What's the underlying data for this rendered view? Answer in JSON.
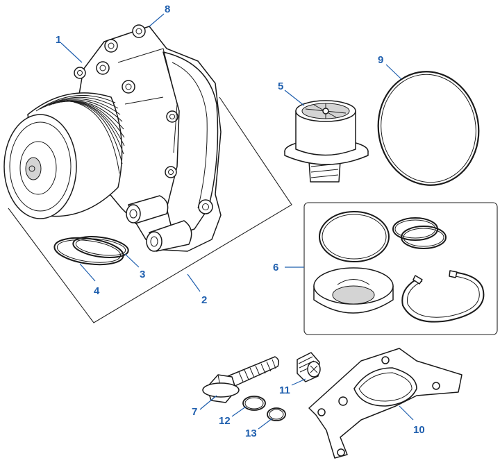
{
  "diagram": {
    "callouts": [
      {
        "id": "1",
        "label": "1"
      },
      {
        "id": "2",
        "label": "2"
      },
      {
        "id": "3",
        "label": "3"
      },
      {
        "id": "4",
        "label": "4"
      },
      {
        "id": "5",
        "label": "5"
      },
      {
        "id": "6",
        "label": "6"
      },
      {
        "id": "7",
        "label": "7"
      },
      {
        "id": "8",
        "label": "8"
      },
      {
        "id": "9",
        "label": "9"
      },
      {
        "id": "10",
        "label": "10"
      },
      {
        "id": "11",
        "label": "11"
      },
      {
        "id": "12",
        "label": "12"
      },
      {
        "id": "13",
        "label": "13"
      }
    ],
    "colors": {
      "callout": "#1f5fae",
      "line": "#1a1a1a",
      "shade": "#d4d4d4"
    }
  }
}
